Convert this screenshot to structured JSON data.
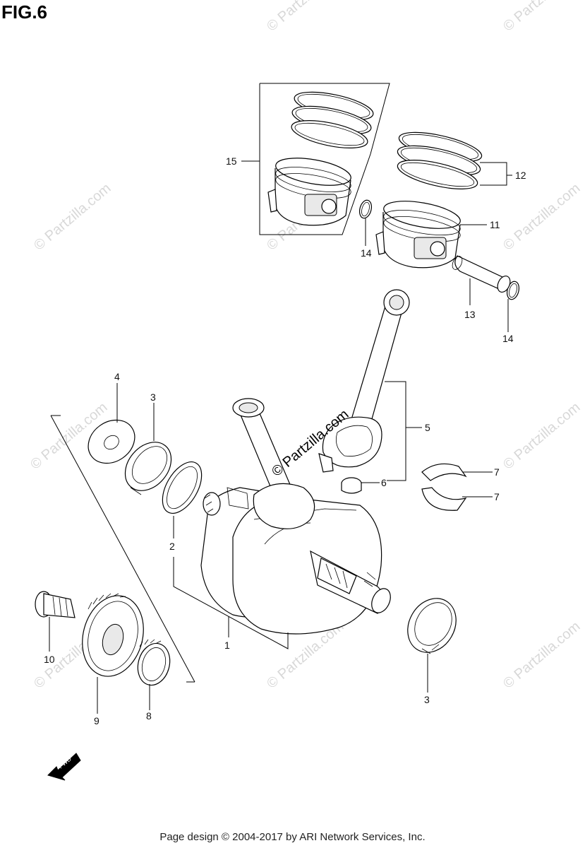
{
  "figure": {
    "title": "FIG.6"
  },
  "watermarks": {
    "repeated": "© Partzilla.com",
    "center": "© Partzilla.com"
  },
  "fwd_arrow": {
    "label": "FWD",
    "icon": "fwd-arrow-icon"
  },
  "callouts": [
    {
      "id": "15",
      "label": "15"
    },
    {
      "id": "12",
      "label": "12"
    },
    {
      "id": "14a",
      "label": "14"
    },
    {
      "id": "11",
      "label": "11"
    },
    {
      "id": "13",
      "label": "13"
    },
    {
      "id": "14b",
      "label": "14"
    },
    {
      "id": "4",
      "label": "4"
    },
    {
      "id": "3a",
      "label": "3"
    },
    {
      "id": "5",
      "label": "5"
    },
    {
      "id": "7a",
      "label": "7"
    },
    {
      "id": "6",
      "label": "6"
    },
    {
      "id": "7b",
      "label": "7"
    },
    {
      "id": "2",
      "label": "2"
    },
    {
      "id": "1",
      "label": "1"
    },
    {
      "id": "10",
      "label": "10"
    },
    {
      "id": "9",
      "label": "9"
    },
    {
      "id": "8",
      "label": "8"
    },
    {
      "id": "3b",
      "label": "3"
    }
  ],
  "footer": {
    "text": "Page design © 2004-2017 by ARI Network Services, Inc."
  }
}
